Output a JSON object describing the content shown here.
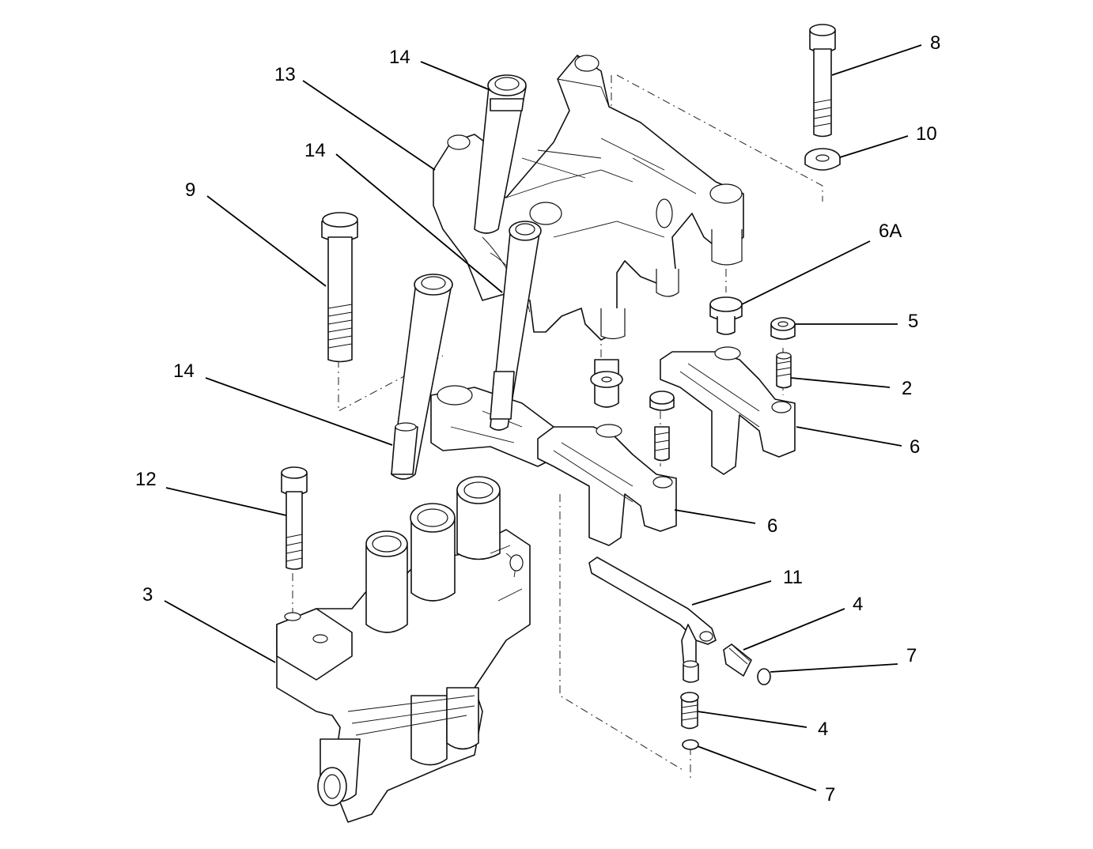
{
  "callouts": {
    "c14_top": "14",
    "c13": "13",
    "c14_mid": "14",
    "c9": "9",
    "c14_low": "14",
    "c12": "12",
    "c3": "3",
    "c8": "8",
    "c10": "10",
    "c6a": "6A",
    "c5": "5",
    "c2": "2",
    "c6_right": "6",
    "c6_left": "6",
    "c11": "11",
    "c4_upper": "4",
    "c7_upper": "7",
    "c4_lower": "4",
    "c7_lower": "7"
  }
}
